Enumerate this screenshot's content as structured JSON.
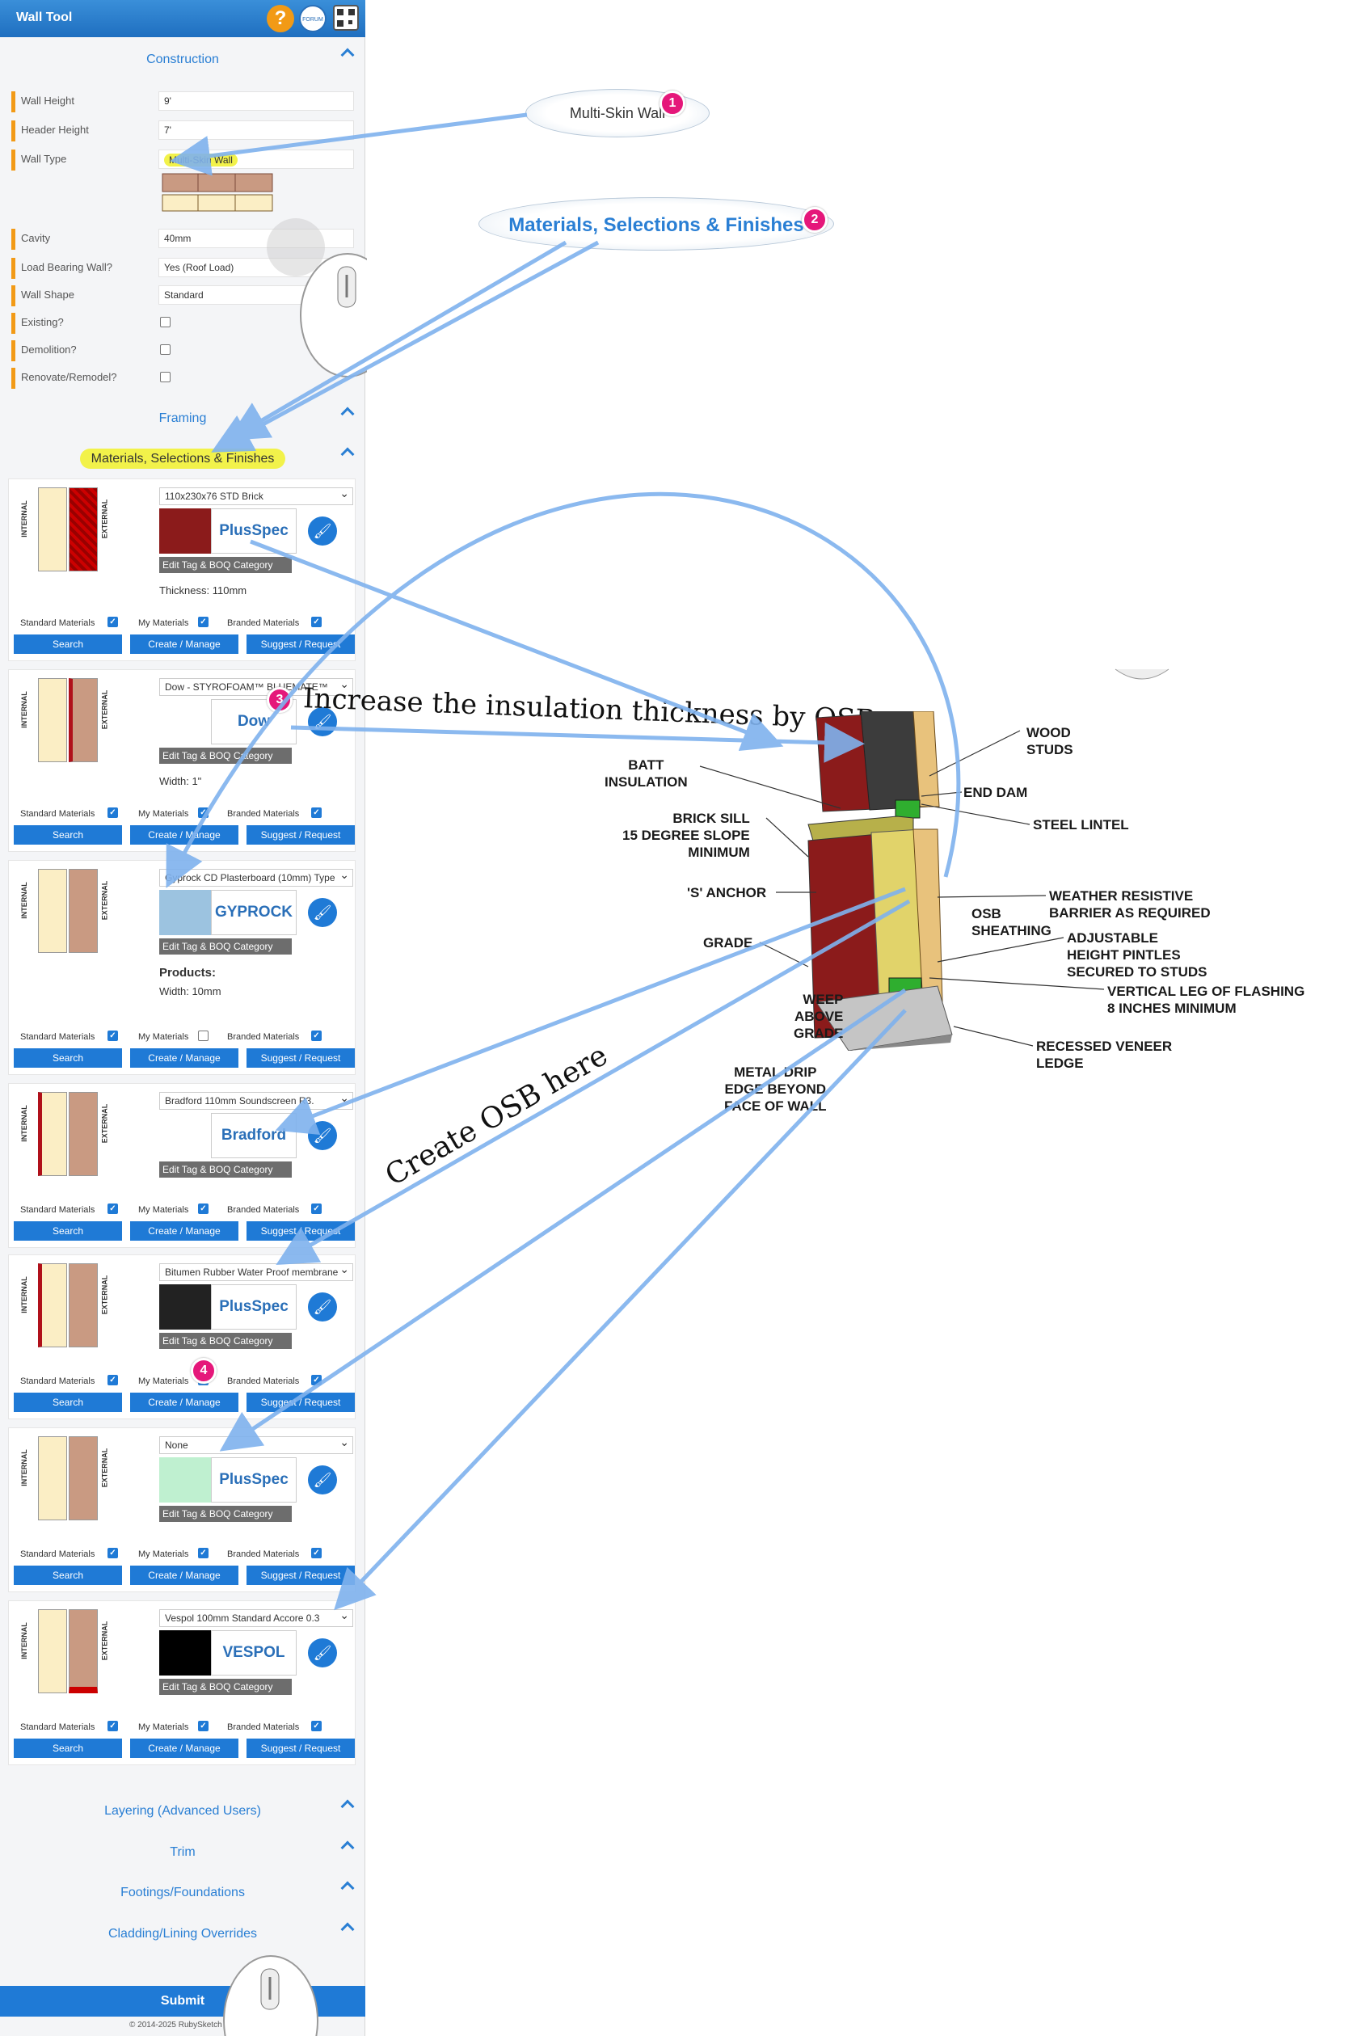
{
  "app": {
    "title": "Wall Tool",
    "help_glyph": "?",
    "forum_label": "FORUM"
  },
  "sections": {
    "construction": "Construction",
    "framing": "Framing",
    "materials": "Materials, Selections & Finishes",
    "layering": "Layering (Advanced Users)",
    "trim": "Trim",
    "footings": "Footings/Foundations",
    "cladding": "Cladding/Lining Overrides"
  },
  "construction": {
    "wall_height": {
      "label": "Wall Height",
      "value": "9'"
    },
    "header_height": {
      "label": "Header Height",
      "value": "7'"
    },
    "wall_type": {
      "label": "Wall Type",
      "value": "Multi-Skin Wall"
    },
    "cavity": {
      "label": "Cavity",
      "value": "40mm"
    },
    "load_bearing": {
      "label": "Load Bearing Wall?",
      "value": "Yes (Roof Load)"
    },
    "wall_shape": {
      "label": "Wall Shape",
      "value": "Standard"
    },
    "existing": {
      "label": "Existing?"
    },
    "demolition": {
      "label": "Demolition?"
    },
    "renovate": {
      "label": "Renovate/Remodel?"
    }
  },
  "labels": {
    "internal": "INTERNAL",
    "external": "EXTERNAL",
    "edit_tag": "Edit Tag & BOQ Category",
    "standard_materials": "Standard Materials",
    "my_materials": "My Materials",
    "branded_materials": "Branded Materials",
    "search": "Search",
    "create_manage": "Create / Manage",
    "suggest_request": "Suggest / Request",
    "products": "Products:"
  },
  "materials": [
    {
      "select": "110x230x76 STD Brick",
      "brand": "PlusSpec",
      "note": "Thickness: 110mm",
      "my_checked": true,
      "highlight": 4
    },
    {
      "select": "Dow - STYROFOAM™ BLUEMATE™",
      "brand": "Dow",
      "note": "Width: 1\"",
      "my_checked": true,
      "highlight": 3
    },
    {
      "select": "Gyprock CD Plasterboard (10mm) Type",
      "brand": "GYPROCK",
      "note": "Width: 10mm",
      "my_checked": false,
      "highlight": 0
    },
    {
      "select": "Bradford 110mm Soundscreen R3.",
      "brand": "Bradford",
      "note": "",
      "my_checked": true,
      "highlight": 1
    },
    {
      "select": "Bitumen Rubber Water Proof membrane",
      "brand": "PlusSpec",
      "note": "",
      "my_checked": true,
      "highlight": 6
    },
    {
      "select": "None",
      "brand": "PlusSpec",
      "note": "",
      "my_checked": true,
      "highlight": 0
    },
    {
      "select": "Vespol 100mm Standard Accore 0.3",
      "brand": "VESPOL",
      "note": "",
      "my_checked": true,
      "highlight": 7
    }
  ],
  "submit": "Submit",
  "copyright": "© 2014-2025 RubySketch",
  "callouts": {
    "c1": {
      "text": "Multi-Skin Wall",
      "badge": "1"
    },
    "c2": {
      "text": "Materials, Selections & Finishes",
      "badge": "2"
    },
    "badge3": "3",
    "badge4": "4"
  },
  "annotations": {
    "increase": "Increase the insulation thickness by OSB",
    "create": "Create OSB here"
  },
  "diagram_labels": {
    "wood_studs": [
      "WOOD",
      "STUDS"
    ],
    "batt": [
      "BATT",
      "INSULATION"
    ],
    "end_dam": [
      "END DAM"
    ],
    "steel_lintel": [
      "STEEL LINTEL"
    ],
    "brick_sill": [
      "BRICK SILL",
      "15 DEGREE SLOPE",
      "MINIMUM"
    ],
    "s_anchor": [
      "'S' ANCHOR"
    ],
    "weather": [
      "WEATHER RESISTIVE",
      "BARRIER AS REQUIRED"
    ],
    "osb": [
      "OSB",
      "SHEATHING"
    ],
    "grade": [
      "GRADE"
    ],
    "pintles": [
      "ADJUSTABLE",
      "HEIGHT PINTLES",
      "SECURED TO STUDS"
    ],
    "flashing": [
      "VERTICAL LEG OF FLASHING",
      "8 INCHES MINIMUM"
    ],
    "weep": [
      "WEEP",
      "ABOVE",
      "GRADE"
    ],
    "recessed": [
      "RECESSED VENEER",
      "LEDGE"
    ],
    "drip": [
      "METAL DRIP",
      "EDGE BEYOND",
      "FACE OF WALL"
    ]
  },
  "colors": {
    "accent": "#1f7ad6",
    "orange": "#f29a16",
    "highlight": "#f2f24a",
    "badge": "#e5177a",
    "arrow": "#7fb2ee"
  }
}
